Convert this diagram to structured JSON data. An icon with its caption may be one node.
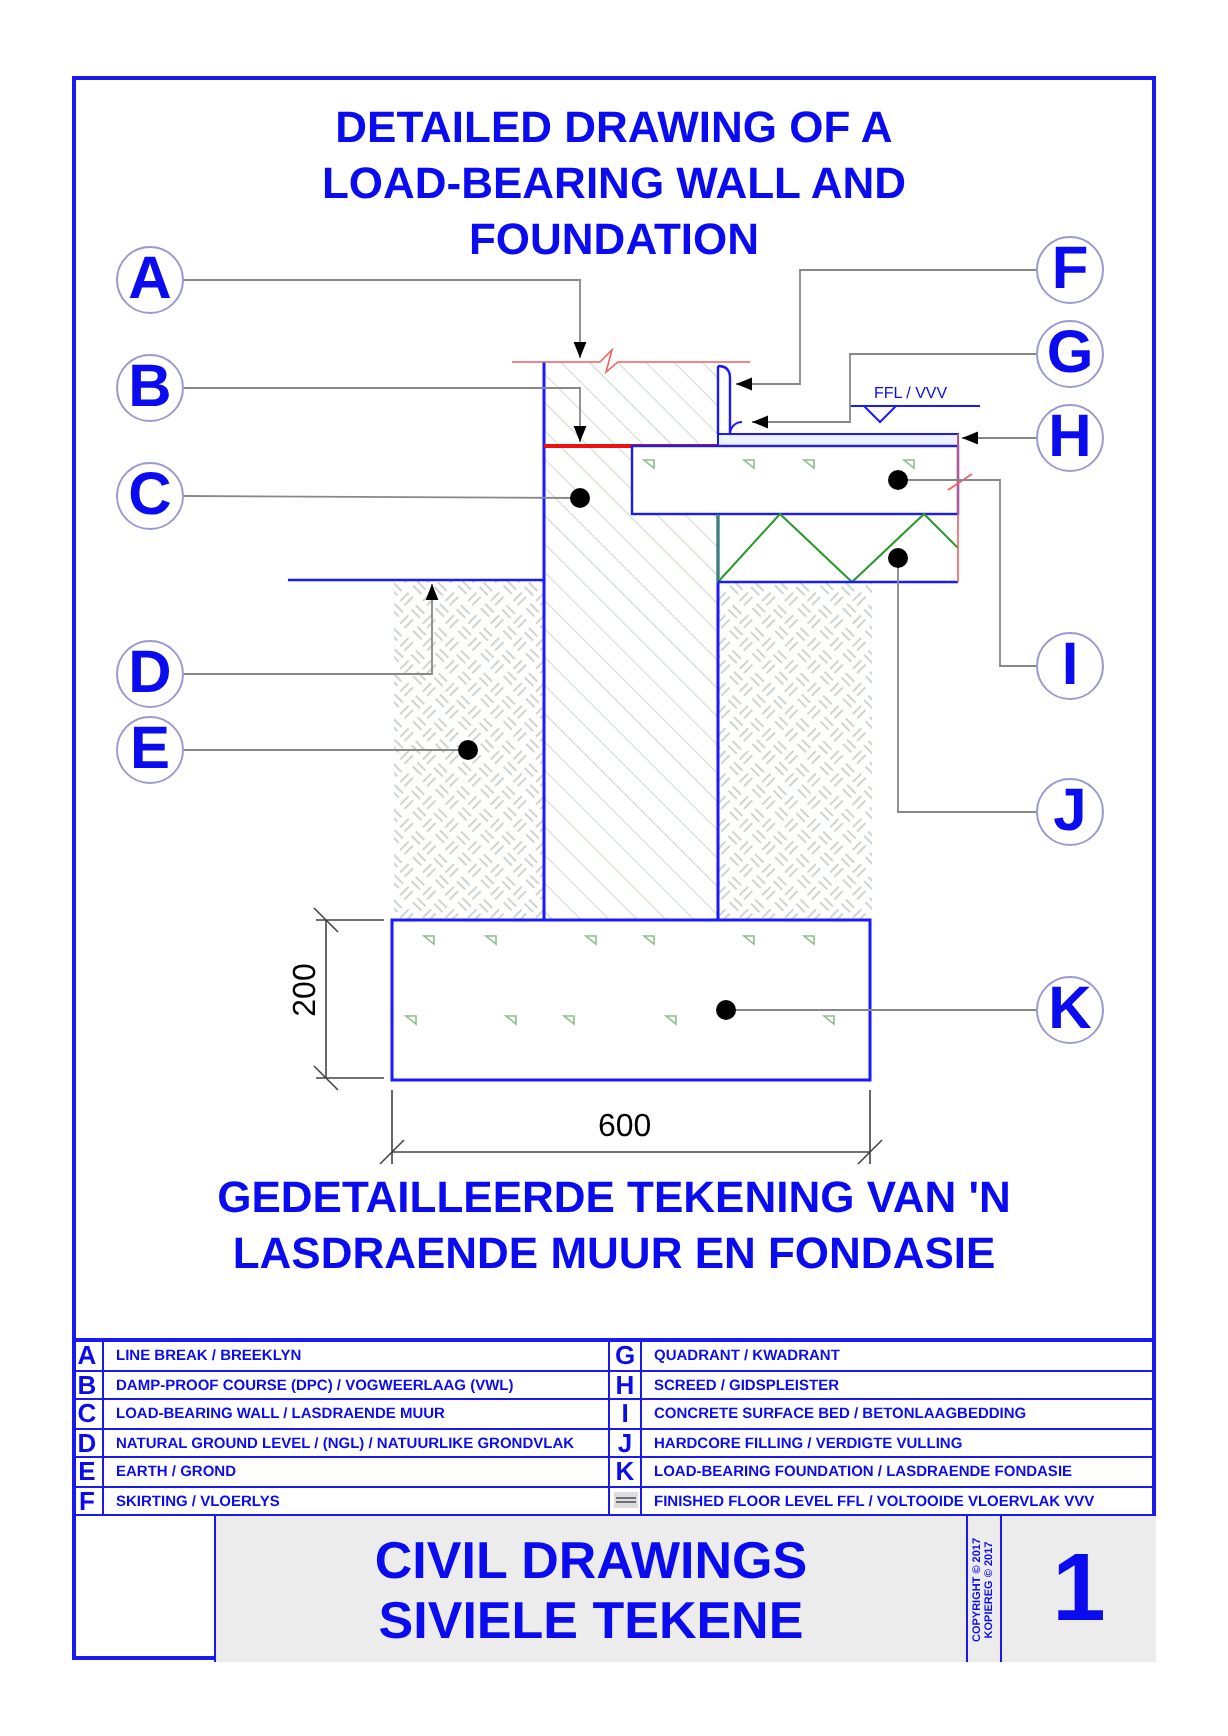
{
  "diagram": {
    "title": "DETAILED DRAWING OF A LOAD-BEARING WALL AND FOUNDATION",
    "caption": "GEDETAILLEERDE TEKENING VAN 'N LASDRAENDE MUUR EN FONDASIE",
    "nodes": [
      {
        "text": [
          "A"
        ]
      },
      {
        "text": [
          "B"
        ]
      },
      {
        "text": [
          "C"
        ]
      },
      {
        "text": [
          "D"
        ]
      },
      {
        "text": [
          "E"
        ]
      },
      {
        "text": [
          "F"
        ]
      },
      {
        "text": [
          "G"
        ]
      },
      {
        "text": [
          "H"
        ]
      },
      {
        "text": [
          "I"
        ]
      },
      {
        "text": [
          "J"
        ]
      },
      {
        "text": [
          "K"
        ]
      }
    ],
    "edges": [
      {
        "from": 0,
        "to": null,
        "arrow": "to"
      },
      {
        "from": 1,
        "to": null,
        "arrow": "to"
      },
      {
        "from": 2,
        "to": null,
        "arrow": "other"
      },
      {
        "from": 3,
        "to": null,
        "arrow": "to"
      },
      {
        "from": 4,
        "to": null,
        "arrow": "other"
      },
      {
        "from": 5,
        "to": null,
        "arrow": "to"
      },
      {
        "from": 6,
        "to": null,
        "arrow": "to"
      },
      {
        "from": 7,
        "to": null,
        "arrow": "to"
      },
      {
        "from": 8,
        "to": null,
        "arrow": "other"
      },
      {
        "from": 9,
        "to": null,
        "arrow": "other"
      },
      {
        "from": 10,
        "to": null,
        "arrow": "other"
      }
    ],
    "labels": [
      "FFL / VVV",
      "200",
      "600",
      "A",
      "LINE BREAK / BREEKLYN",
      "G",
      "QUADRANT / KWADRANT",
      "B",
      "DAMP-PROOF COURSE (DPC) / VOGWEERLAAG (VWL)",
      "H",
      "SCREED / GIDSPLEISTER",
      "C",
      "LOAD-BEARING WALL / LASDRAENDE MUUR",
      "I",
      "CONCRETE SURFACE BED / BETONLAAGBEDDING",
      "D",
      "NATURAL GROUND LEVEL / (NGL) / NATUURLIKE GRONDVLAK",
      "J",
      "HARDCORE FILLING / VERDIGTE VULLING",
      "E",
      "EARTH / GROND",
      "K",
      "LOAD-BEARING FOUNDATION / LASDRAENDE FONDASIE",
      "F",
      "SKIRTING / VLOERLYS",
      "FINISHED FLOOR LEVEL FFL / VOLTOOIDE VLOERVLAK VVV",
      "CIVIL DRAWINGS SIVIELE TEKENE",
      "COPYRIGHT © 2017",
      "KOPIEREG © 2017",
      "1"
    ]
  }
}
